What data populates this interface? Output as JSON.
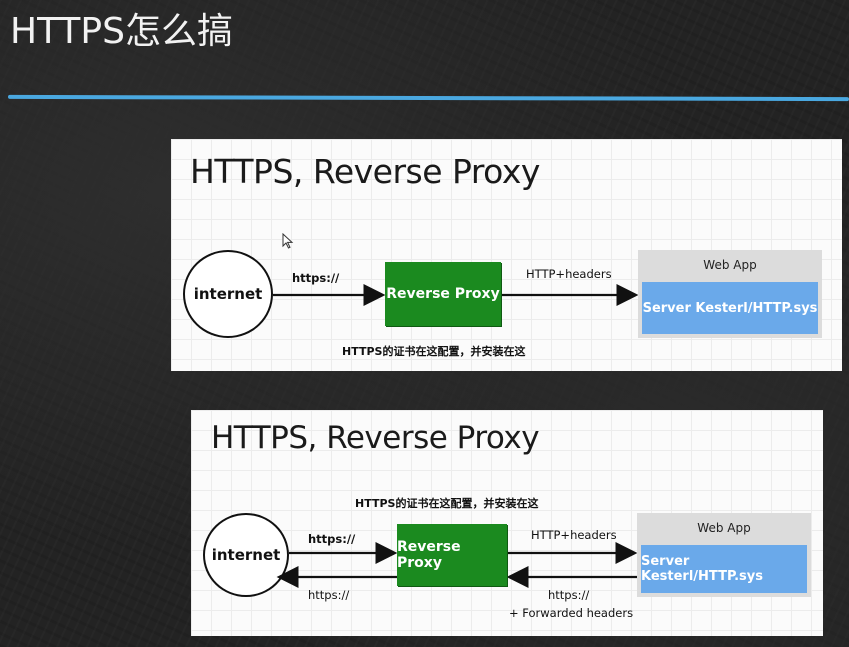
{
  "slide": {
    "title": "HTTPS怎么搞"
  },
  "diagrams": [
    {
      "heading": "HTTPS, Reverse Proxy",
      "client": "internet",
      "proxy": "Reverse Proxy",
      "webapp_label": "Web App",
      "server": "Server Kesterl/HTTP.sys",
      "request_label_left": "https://",
      "request_label_right": "HTTP+headers",
      "note": "HTTPS的证书在这配置，并安装在这"
    },
    {
      "heading": "HTTPS, Reverse Proxy",
      "client": "internet",
      "proxy": "Reverse Proxy",
      "webapp_label": "Web App",
      "server": "Server Kesterl/HTTP.sys",
      "request_label_left": "https://",
      "request_label_right": "HTTP+headers",
      "response_label_left": "https://",
      "response_label_right": "https://",
      "response_label_right_extra": "+ Forwarded headers",
      "note": "HTTPS的证书在这配置，并安装在这"
    }
  ],
  "colors": {
    "accent_line": "#4aa8e0",
    "proxy_green": "#1b8a1f",
    "server_blue": "#6aa9ea",
    "webapp_gray": "#dcdcdc"
  }
}
